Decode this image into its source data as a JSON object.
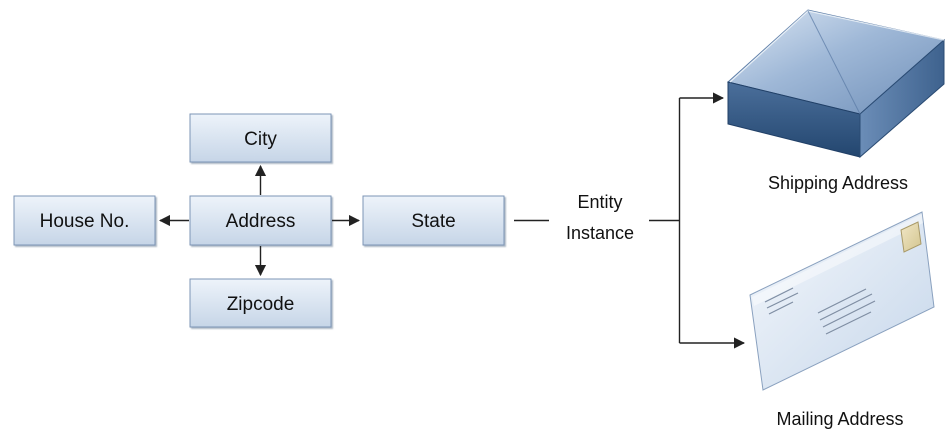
{
  "nodes": {
    "city": "City",
    "address": "Address",
    "house_no": "House No.",
    "state": "State",
    "zipcode": "Zipcode"
  },
  "connector": {
    "line1": "Entity",
    "line2": "Instance"
  },
  "outputs": {
    "shipping_label": "Shipping Address",
    "mailing_label": "Mailing Address",
    "shipping_icon": "package-box-icon",
    "mailing_icon": "envelope-icon"
  },
  "colors": {
    "box_top": "#e9f0f8",
    "box_bottom": "#c7d6e8",
    "box_border": "#7c95b6",
    "package_dark": "#2d4f77",
    "package_light": "#9db6d6"
  }
}
